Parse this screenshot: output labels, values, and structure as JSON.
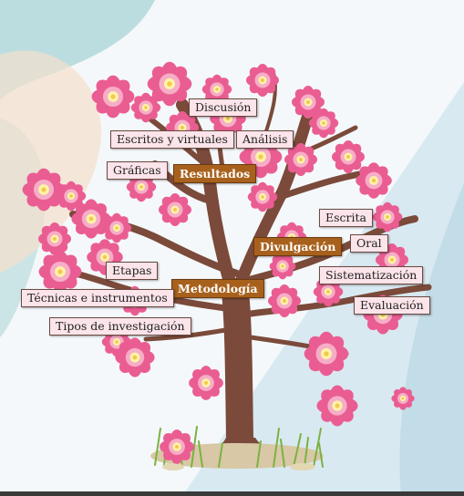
{
  "categories": {
    "resultados": "Resultados",
    "divulgacion": "Divulgación",
    "metodologia": "Metodología"
  },
  "labels": {
    "discusion": "Discusión",
    "escritos_virtuales": "Escritos y virtuales",
    "analisis": "Análisis",
    "graficas": "Gráficas",
    "escrita": "Escrita",
    "oral": "Oral",
    "etapas": "Etapas",
    "sistematizacion": "Sistematización",
    "tecnicas": "Técnicas e instrumentos",
    "evaluacion": "Evaluación",
    "tipos": "Tipos de investigación"
  },
  "colors": {
    "blossom_outer": "#ea5d92",
    "blossom_inner": "#f6aec7",
    "blossom_center": "#fff3a8",
    "trunk": "#7b4a3a",
    "category_bg": "#a8611c",
    "label_bg": "#fbe4ea"
  },
  "icons": [
    "cherry-blossom-flower",
    "tree-trunk",
    "grass-tuft"
  ]
}
